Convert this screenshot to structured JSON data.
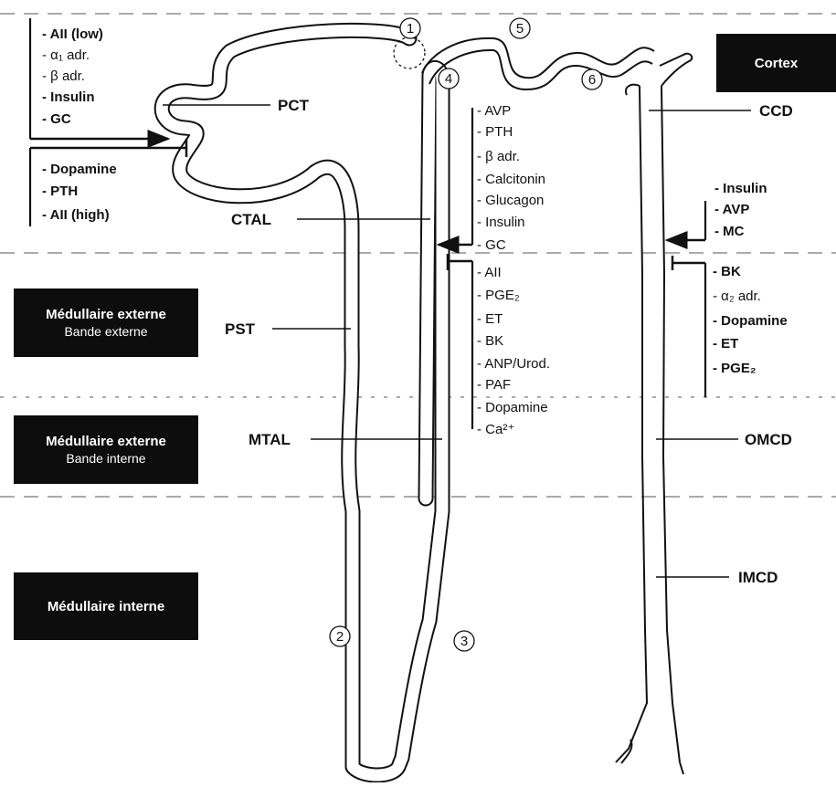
{
  "zones": {
    "cortex": {
      "title": "Cortex"
    },
    "outer_outer": {
      "title": "Médullaire externe",
      "subtitle": "Bande externe"
    },
    "outer_inner": {
      "title": "Médullaire externe",
      "subtitle": "Bande interne"
    },
    "inner": {
      "title": "Médullaire interne"
    }
  },
  "segments": {
    "pct": "PCT",
    "ctal": "CTAL",
    "pst": "PST",
    "mtal": "MTAL",
    "ccd": "CCD",
    "omcd": "OMCD",
    "imcd": "IMCD"
  },
  "markers": [
    "1",
    "2",
    "3",
    "4",
    "5",
    "6"
  ],
  "pct_stimulators": [
    "- AII (low)",
    "- α₁ adr.",
    "- β adr.",
    "- Insulin",
    "- GC"
  ],
  "pct_inhibitors": [
    "- Dopamine",
    "- PTH",
    "- AII (high)"
  ],
  "tal_stimulators": [
    "- AVP",
    "- PTH",
    "- β adr.",
    "- Calcitonin",
    "- Glucagon",
    "- Insulin",
    "- GC"
  ],
  "tal_inhibitors": [
    "- AII",
    "- PGE₂",
    "- ET",
    "- BK",
    "- ANP/Urod.",
    "- PAF",
    "- Dopamine",
    "- Ca²⁺"
  ],
  "cd_stimulators": [
    "- Insulin",
    "- AVP",
    "- MC"
  ],
  "cd_inhibitors": [
    "- BK",
    "- α₂ adr.",
    "- Dopamine",
    "- ET",
    "- PGE₂"
  ]
}
